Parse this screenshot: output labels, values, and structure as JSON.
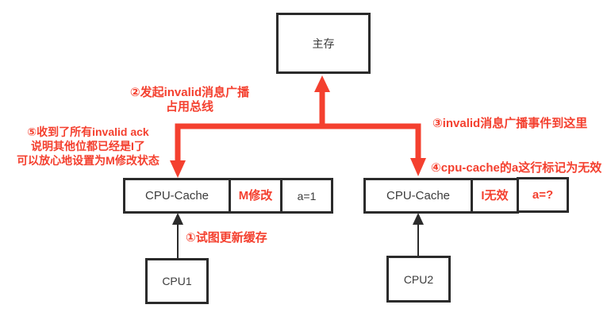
{
  "colors": {
    "accent_red": "#f4402f",
    "box_border": "#2b2b2b",
    "box_text": "#3c3c3c",
    "background": "#ffffff"
  },
  "nodes": {
    "main_memory": {
      "label": "主存"
    },
    "cache_left": {
      "label": "CPU-Cache",
      "state": "M修改",
      "value": "a=1"
    },
    "cache_right": {
      "label": "CPU-Cache",
      "state": "I无效",
      "value": "a=?"
    },
    "cpu1": {
      "label": "CPU1"
    },
    "cpu2": {
      "label": "CPU2"
    }
  },
  "annotations": {
    "step1": "①试图更新缓存",
    "step2": {
      "line1": "②发起invalid消息广播",
      "line2": "占用总线"
    },
    "step3": "③invalid消息广播事件到这里",
    "step4": "④cpu-cache的a这行标记为无效",
    "step5": {
      "line1": "⑤收到了所有invalid ack",
      "line2": "说明其他位都已经是I了",
      "line3": "可以放心地设置为M修改状态"
    }
  }
}
